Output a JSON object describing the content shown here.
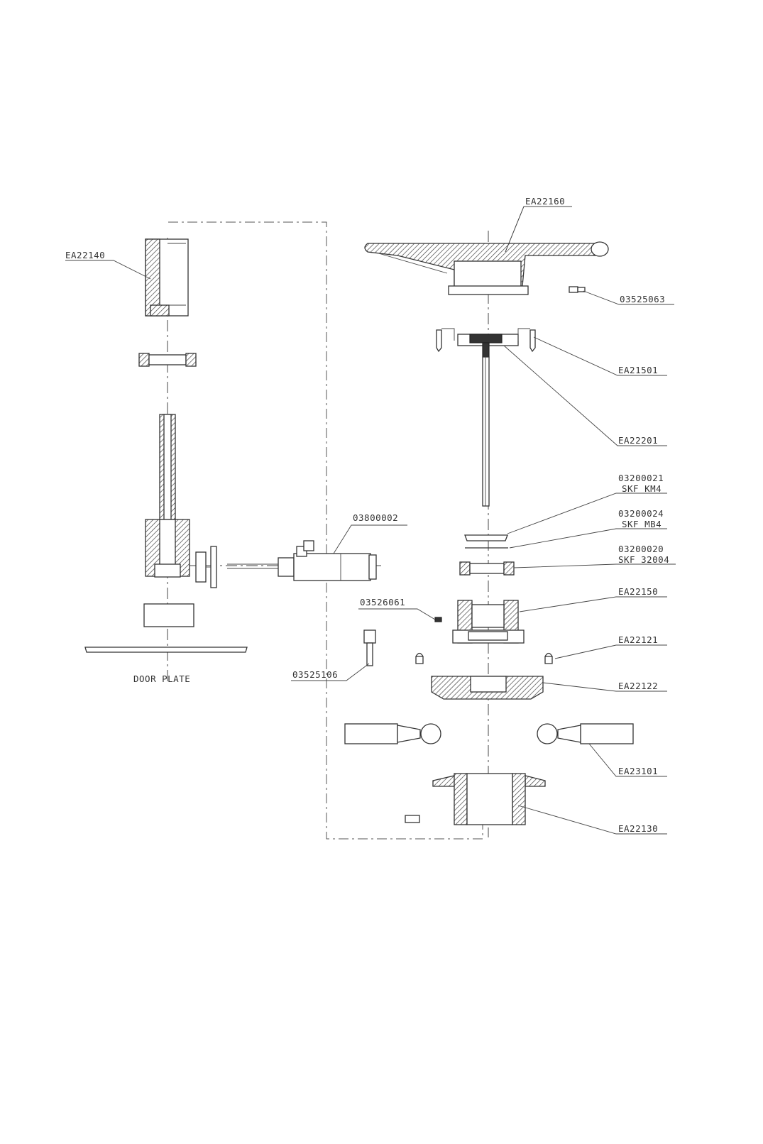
{
  "labels": {
    "ea22160": "EA22160",
    "ea22140": "EA22140",
    "p03525063": "03525063",
    "ea21501": "EA21501",
    "ea22201": "EA22201",
    "p03200021": "03200021",
    "skf_km4": "SKF KM4",
    "p03200024": "03200024",
    "skf_mb4": "SKF MB4",
    "p03200020": "03200020",
    "skf_32004": "SKF 32004",
    "p03800002": "03800002",
    "p03526061": "03526061",
    "ea22150": "EA22150",
    "ea22121": "EA22121",
    "p03525106": "03525106",
    "ea22122": "EA22122",
    "door_plate": "DOOR PLATE",
    "ea23101": "EA23101",
    "ea22130": "EA22130"
  },
  "colors": {
    "line": "#333333",
    "background": "#ffffff"
  }
}
